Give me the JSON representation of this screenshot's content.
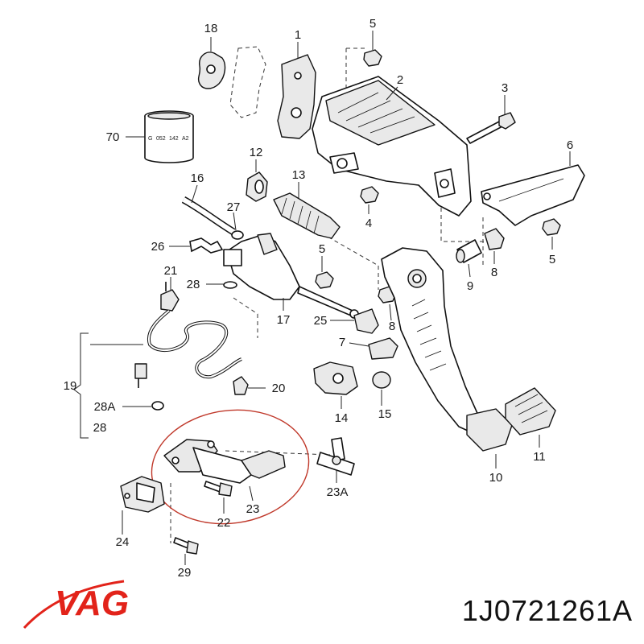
{
  "callouts": {
    "c1": "1",
    "c2": "2",
    "c3": "3",
    "c4": "4",
    "c5a": "5",
    "c5b": "5",
    "c5c": "5",
    "c6": "6",
    "c7": "7",
    "c8a": "8",
    "c8b": "8",
    "c9": "9",
    "c10": "10",
    "c11": "11",
    "c12": "12",
    "c13": "13",
    "c14": "14",
    "c15": "15",
    "c16": "16",
    "c17": "17",
    "c18": "18",
    "c19": "19",
    "c20": "20",
    "c21": "21",
    "c22": "22",
    "c23": "23",
    "c23a": "23A",
    "c24": "24",
    "c25": "25",
    "c26": "26",
    "c27": "27",
    "c28": "28",
    "c28a": "28A",
    "c28b": "28",
    "c29": "29",
    "c70": "70"
  },
  "bushing_text": {
    "line1": "G",
    "line2": "052",
    "line3": "142",
    "line4": "A2"
  },
  "brand": {
    "logo_text": "VAG",
    "logo_color": "#e2231a",
    "text_color": "#1a1a1a"
  },
  "part_number": "1J0721261A",
  "highlight_color": "#c0392b"
}
